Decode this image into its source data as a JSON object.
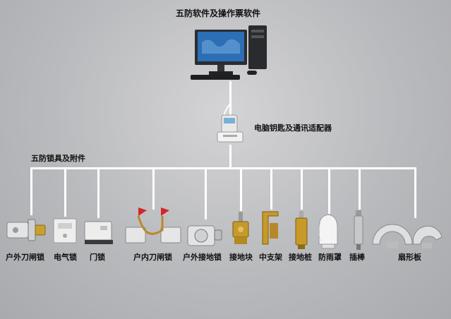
{
  "top": {
    "software_label": "五防软件及操作票软件"
  },
  "adapter": {
    "label": "电脑钥匙及通讯适配器"
  },
  "accessories": {
    "label": "五防锁具及附件"
  },
  "devices": [
    {
      "label": "户外刀闸锁",
      "icon": "outdoor-knife-switch-lock"
    },
    {
      "label": "电气锁",
      "icon": "electric-lock"
    },
    {
      "label": "门锁",
      "icon": "door-lock"
    },
    {
      "label": "户内刀闸锁",
      "icon": "indoor-knife-switch-lock"
    },
    {
      "label": "户外接地锁",
      "icon": "outdoor-grounding-lock"
    },
    {
      "label": "接地块",
      "icon": "grounding-block"
    },
    {
      "label": "中支架",
      "icon": "middle-bracket"
    },
    {
      "label": "接地桩",
      "icon": "grounding-post"
    },
    {
      "label": "防雨罩",
      "icon": "rain-cover"
    },
    {
      "label": "插棒",
      "icon": "plug-rod"
    },
    {
      "label": "扇形板",
      "icon": "sector-plate"
    }
  ],
  "colors": {
    "line": "#ffffff",
    "background": "#b9babd"
  }
}
